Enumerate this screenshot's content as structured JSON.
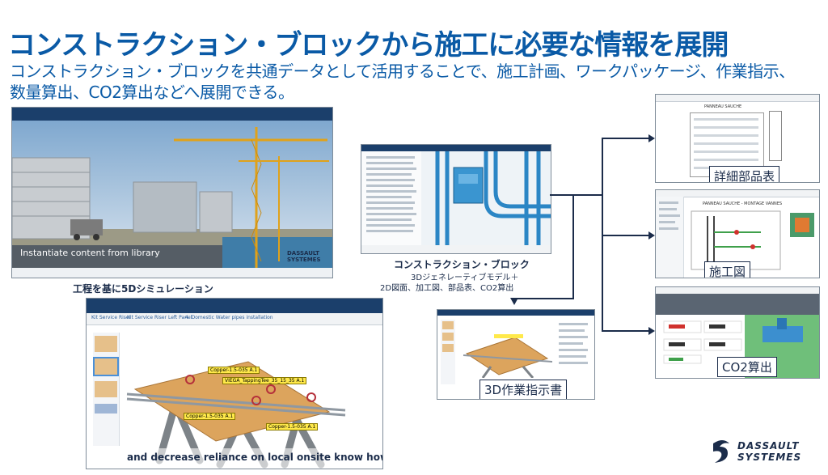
{
  "slide": {
    "title": "コンストラクション・ブロックから施工に必要な情報を展開",
    "subtitle_line1": "コンストラクション・ブロックを共通データとして活用することで、施工計画、ワークパッケージ、作業指示、",
    "subtitle_line2": "数量算出、CO2算出などへ展開できる。"
  },
  "simulation_panel": {
    "overlay_text": "Instantiate content from library",
    "caption": "工程を基に5Dシミュレーション",
    "logo_line1": "DASSAULT",
    "logo_line2": "SYSTEMES"
  },
  "installation_panel": {
    "breadcrumb_1": "Kit Service Riser",
    "breadcrumb_2": "Kit Service Riser Left Panel",
    "breadcrumb_3": "4. Domestic Water pipes installation",
    "tags": [
      "Copper-1.5-035 A.1",
      "VIEGA_TappingTee_35_15_35 A.1",
      "Copper-1.5-035 A.1",
      "Copper-1.5-035 A.1"
    ],
    "overlay_text": "and decrease reliance on local onsite know how"
  },
  "center_block": {
    "caption_title": "コンストラクション・ブロック",
    "caption_line1": "3Dジェネレーティブモデル＋",
    "caption_line2": "2D図面、加工図、部品表、CO2算出"
  },
  "outputs": {
    "parts_list": {
      "label": "詳細部品表",
      "sheet_title": "PANNEAU SAUCHE"
    },
    "drawing": {
      "label": "施工図",
      "sheet_title": "PANNEAU SAUCHE - MONTAGE VANNES"
    },
    "co2": {
      "label": "CO2算出"
    },
    "work_instruction": {
      "label": "3D作業指示書"
    }
  },
  "footer": {
    "logo_line1": "DASSAULT",
    "logo_line2": "SYSTEMES"
  },
  "colors": {
    "title": "#0a5aa6",
    "navy": "#1b2c4a",
    "tag": "#ffe94a"
  }
}
